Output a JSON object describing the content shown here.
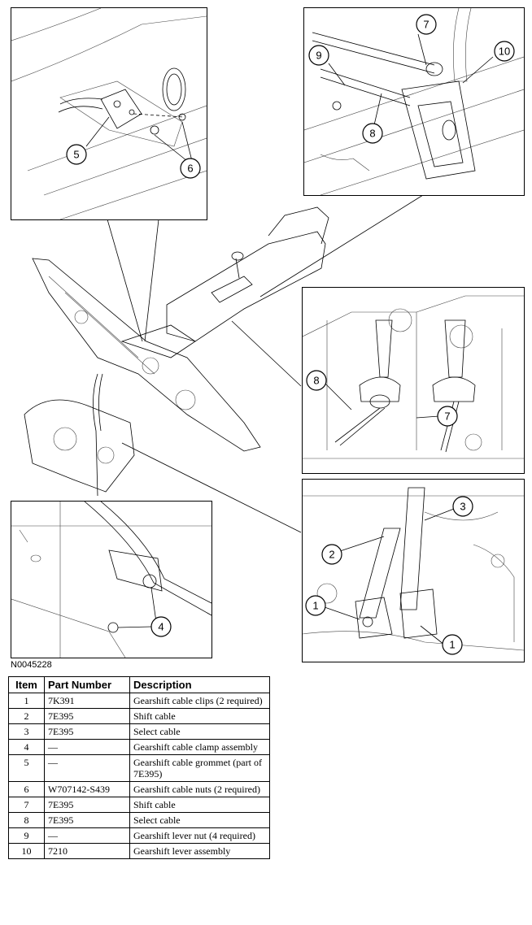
{
  "figure": {
    "id": "N0045228",
    "callouts": {
      "p5": "5",
      "p6": "6",
      "p7": "7",
      "p9": "9",
      "p10": "10",
      "p8a": "8",
      "p8b": "8",
      "p7b": "7",
      "p3": "3",
      "p2": "2",
      "p1a": "1",
      "p1b": "1",
      "p4": "4"
    }
  },
  "table": {
    "headers": {
      "item": "Item",
      "part_number": "Part Number",
      "description": "Description"
    },
    "rows": [
      {
        "item": "1",
        "part_number": "7K391",
        "description": "Gearshift cable clips (2 required)"
      },
      {
        "item": "2",
        "part_number": "7E395",
        "description": "Shift cable"
      },
      {
        "item": "3",
        "part_number": "7E395",
        "description": "Select cable"
      },
      {
        "item": "4",
        "part_number": "—",
        "description": "Gearshift cable clamp assembly"
      },
      {
        "item": "5",
        "part_number": "—",
        "description": "Gearshift cable grommet (part of 7E395)"
      },
      {
        "item": "6",
        "part_number": "W707142-S439",
        "description": "Gearshift cable nuts (2 required)"
      },
      {
        "item": "7",
        "part_number": "7E395",
        "description": "Shift cable"
      },
      {
        "item": "8",
        "part_number": "7E395",
        "description": "Select cable"
      },
      {
        "item": "9",
        "part_number": "—",
        "description": "Gearshift lever nut (4 required)"
      },
      {
        "item": "10",
        "part_number": "7210",
        "description": "Gearshift lever assembly"
      }
    ]
  }
}
